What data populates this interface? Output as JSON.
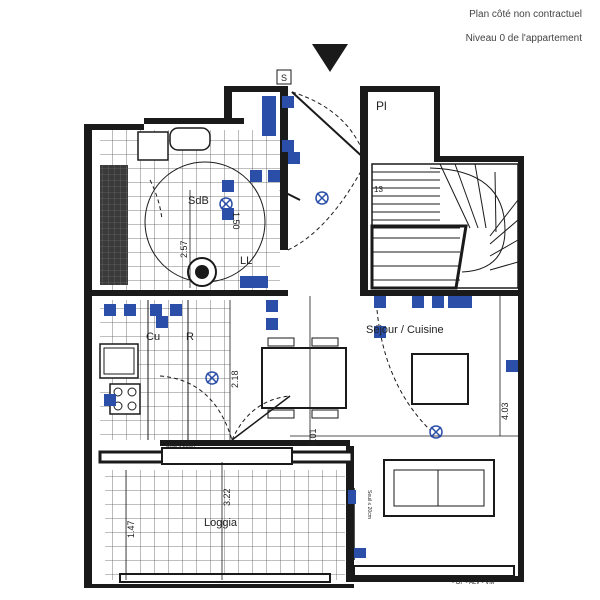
{
  "header": {
    "line1": "Plan côté non contractuel",
    "line2": "Niveau 0 de l'appartement"
  },
  "rooms": {
    "bathroom": "SdB",
    "laundry": "LL",
    "kitchen_cu": "Cu",
    "kitchen_r": "R",
    "living": "Séjour / Cuisine",
    "loggia": "Loggia"
  },
  "markers": {
    "s": "S",
    "pl": "Pl",
    "stairs_count": "13"
  },
  "dimensions": {
    "bath_width": "2.57",
    "bath_small": "1.50",
    "kitchen_depth": "2.18",
    "living_height": "6.01",
    "living_width": "4.03",
    "loggia_width": "3.22",
    "loggia_depth": "1.47"
  },
  "sills": {
    "loggia_sill": "Seuil ≤ 20cm",
    "side_sill": "Seuil ≤ 20cm"
  },
  "footer_code": "- OF - ALV - VM",
  "colors": {
    "wall": "#1a1a1a",
    "accent_blue": "#2b4fa8",
    "tile": "#333333"
  }
}
